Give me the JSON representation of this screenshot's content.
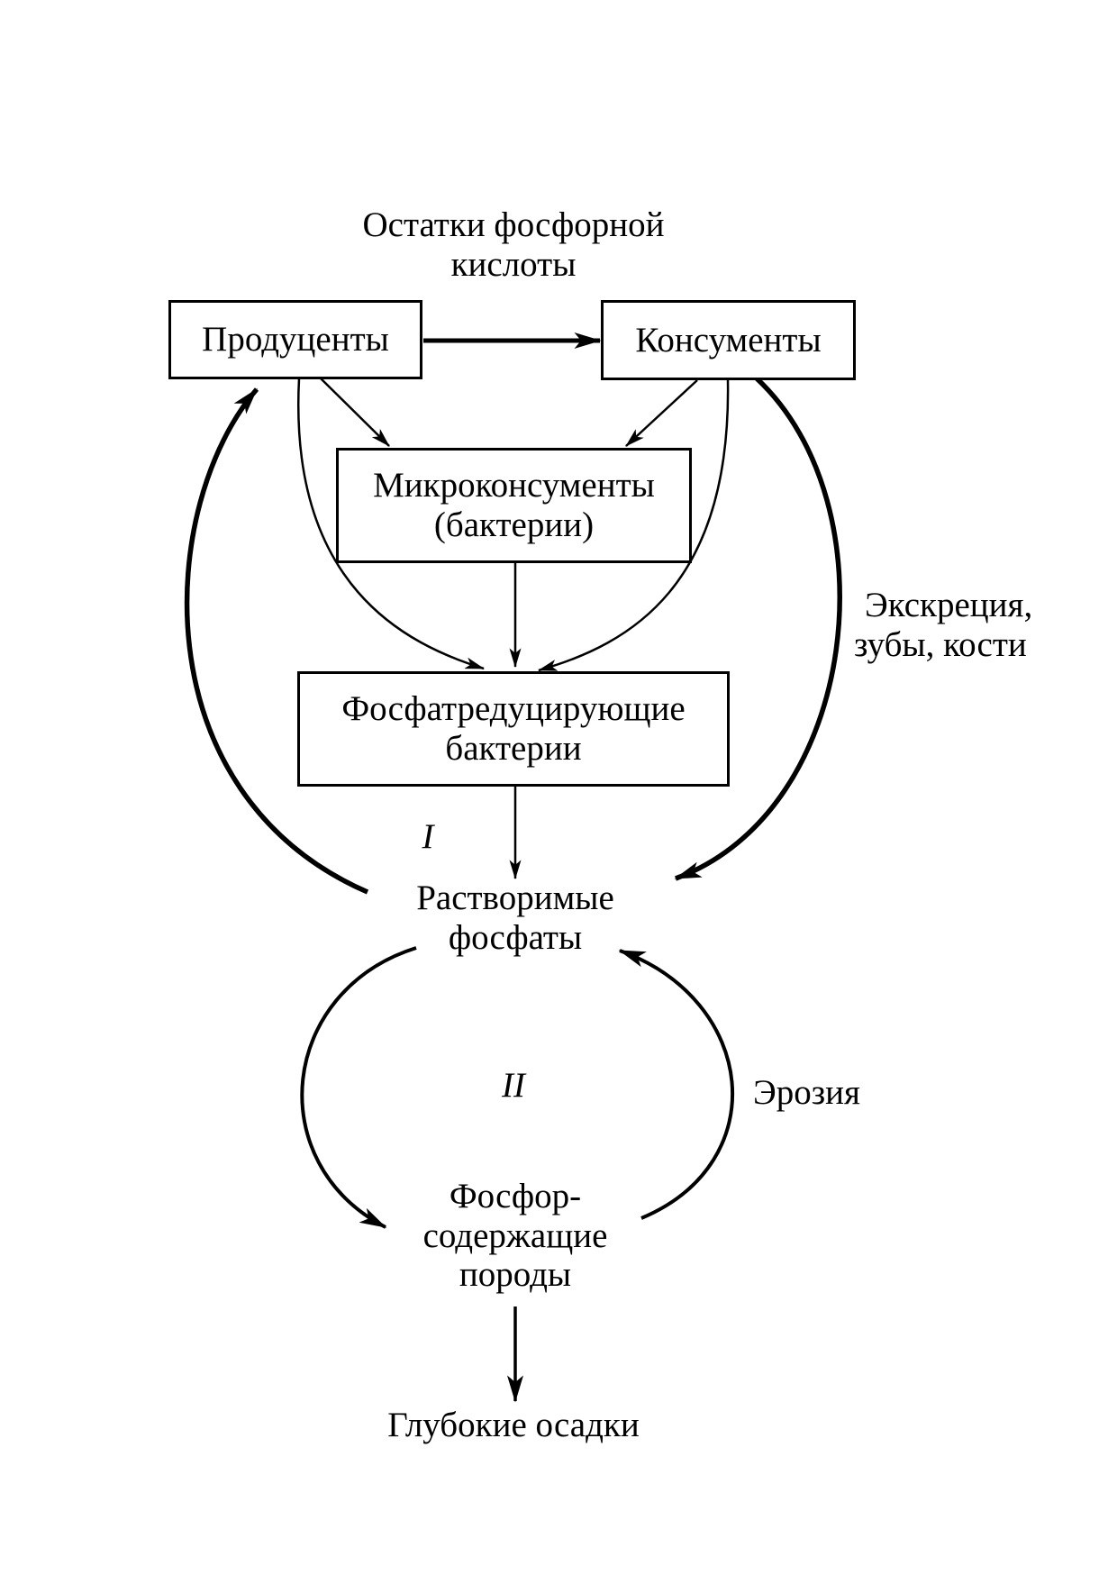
{
  "nodes": {
    "acid_residues": {
      "line1": "Остатки фосфорной",
      "line2": "кислоты"
    },
    "producers": "Продуценты",
    "consumers": "Консументы",
    "microconsumers": {
      "line1": "Микроконсументы",
      "line2": "(бактерии)"
    },
    "phosphate_reducing": {
      "line1": "Фосфатредуцирующие",
      "line2": "бактерии"
    },
    "soluble_phosphates": {
      "line1": "Растворимые",
      "line2": "фосфаты"
    },
    "phosphorus_rocks": {
      "line1": "Фосфор-",
      "line2": "содержащие",
      "line3": "породы"
    },
    "deep_sediments": "Глубокие осадки"
  },
  "edge_labels": {
    "excretion": {
      "line1": "Экскреция,",
      "line2": "зубы,  кости"
    },
    "erosion": "Эрозия"
  },
  "cycle_labels": {
    "cycle_1": "I",
    "cycle_2": "II"
  }
}
